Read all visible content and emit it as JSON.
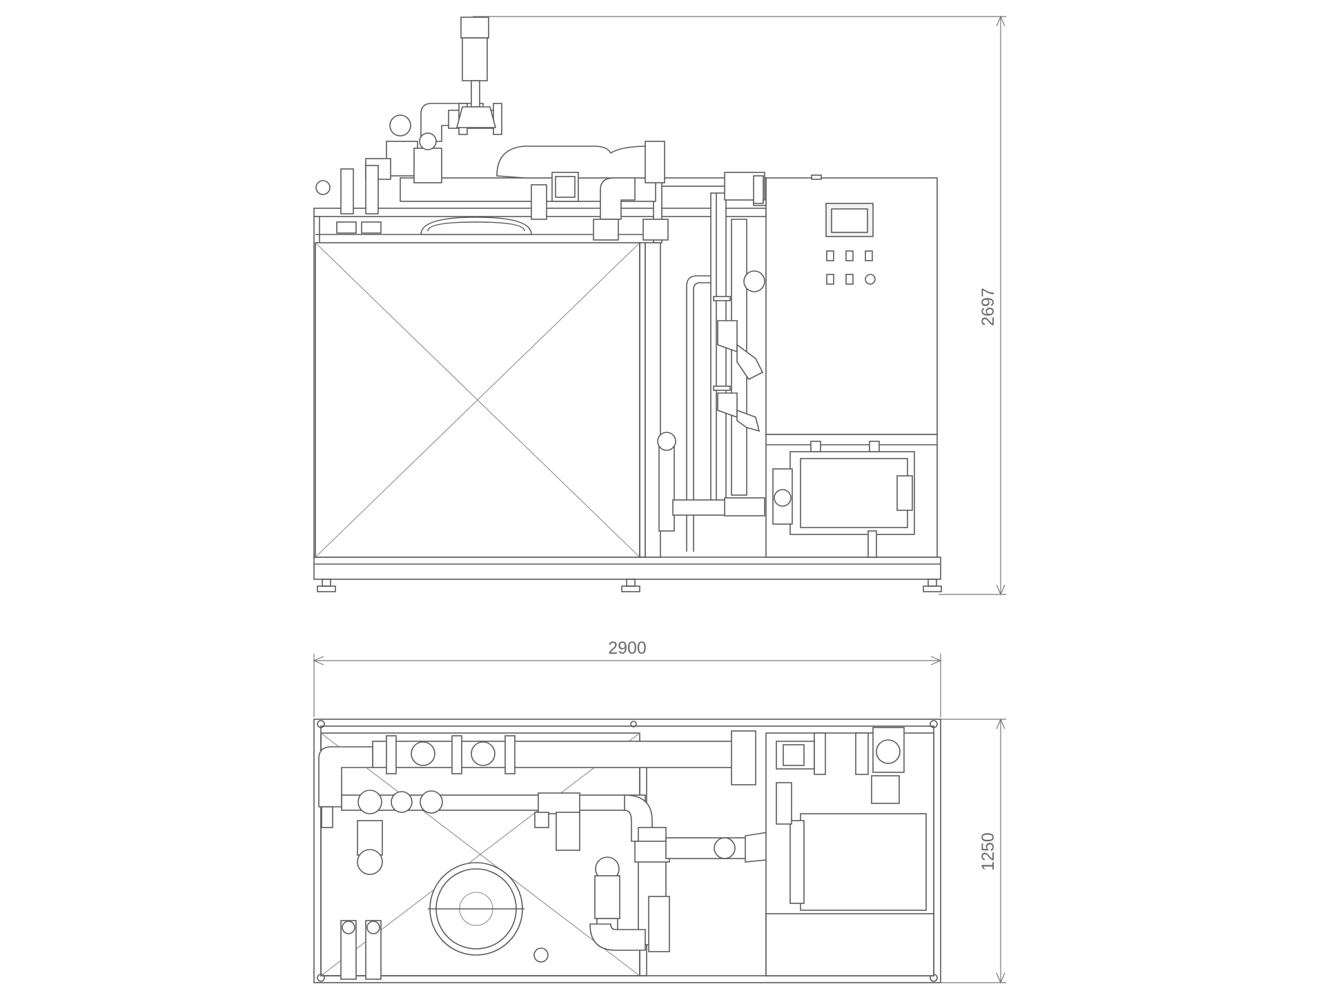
{
  "dimensions": {
    "height_label": "2697",
    "width_label": "2900",
    "depth_label": "1250"
  },
  "colors": {
    "line": "#5a5a5a",
    "dimension_text": "#6a6a6a",
    "background": "#ffffff"
  }
}
